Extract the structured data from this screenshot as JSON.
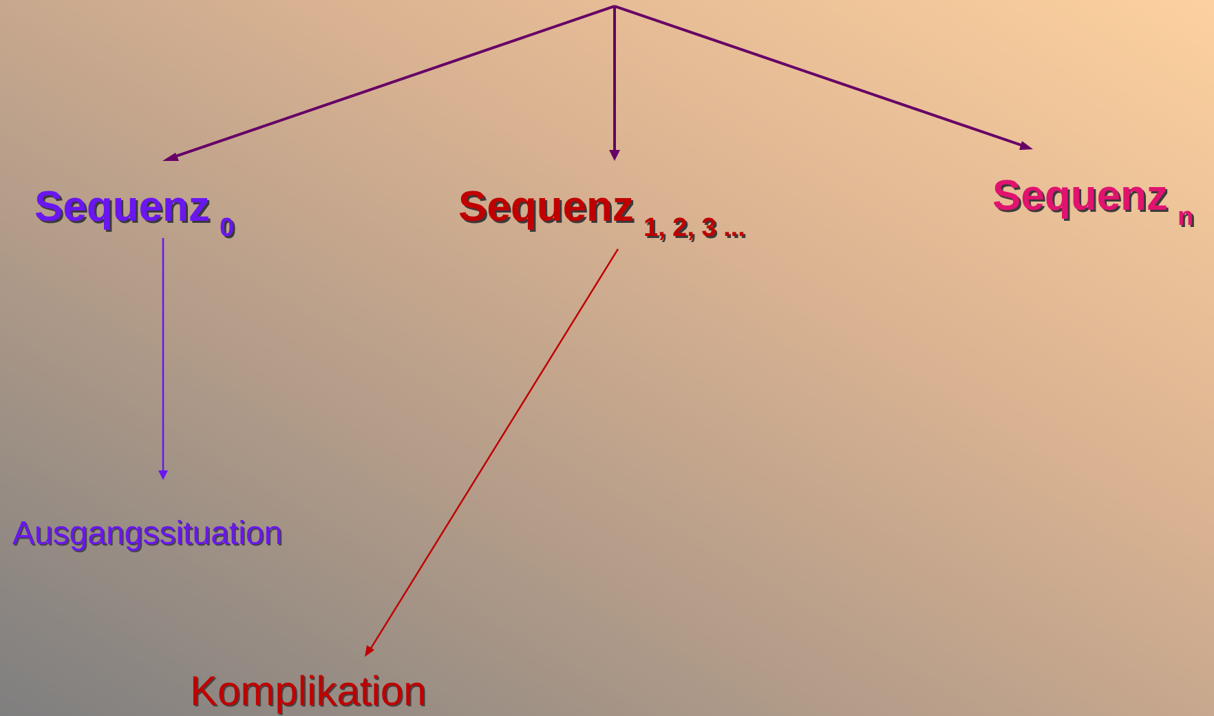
{
  "colors": {
    "trunk_arrows": "#660066",
    "sequenz_0": "#6a16f0",
    "sequenz_mid": "#c00000",
    "sequenz_n": "#e0136f"
  },
  "nodes": {
    "sequenz_0": {
      "label": "Sequenz",
      "sub": "0"
    },
    "sequenz_mid": {
      "label": "Sequenz",
      "sub": "1, 2, 3 ..."
    },
    "sequenz_n": {
      "label": "Sequenz",
      "sub": "n"
    },
    "ausgangssituation": {
      "label": "Ausgangssituation"
    },
    "komplikation": {
      "label": "Komplikation"
    }
  },
  "edges": [
    {
      "from": "root",
      "to": "sequenz_0"
    },
    {
      "from": "root",
      "to": "sequenz_mid"
    },
    {
      "from": "root",
      "to": "sequenz_n"
    },
    {
      "from": "sequenz_0",
      "to": "ausgangssituation"
    },
    {
      "from": "sequenz_mid",
      "to": "komplikation"
    }
  ]
}
